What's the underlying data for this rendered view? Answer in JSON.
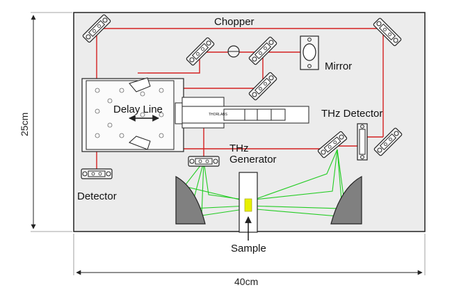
{
  "labels": {
    "chopper": "Chopper",
    "mirror": "Mirror",
    "delay_line": "Delay Line",
    "thz_detector": "THz Detector",
    "thz_generator_line1": "THz",
    "thz_generator_line2": "Generator",
    "detector": "Detector",
    "sample": "Sample",
    "stage_brand": "THORLABS"
  },
  "dimensions": {
    "height": "25cm",
    "width": "40cm"
  },
  "colors": {
    "laser_beam": "#d42020",
    "thz_beam": "#22cc22",
    "sample": "#e8f000",
    "breadboard": "#ececec",
    "parabolic_mirror": "#808080"
  }
}
